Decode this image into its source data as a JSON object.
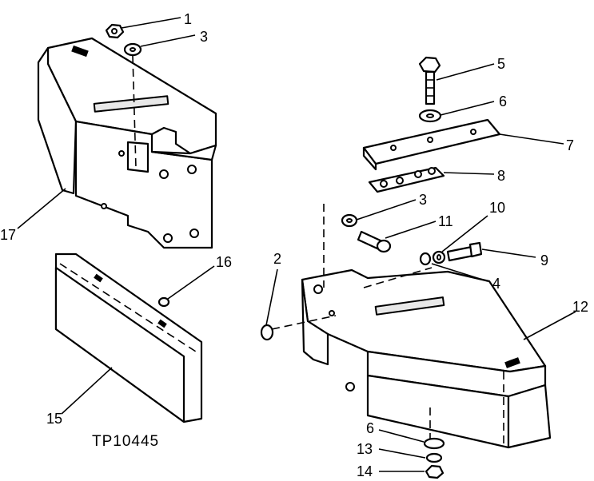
{
  "figure_code": "TP10445",
  "callouts": [
    {
      "id": "c1",
      "text": "1"
    },
    {
      "id": "c3a",
      "text": "3"
    },
    {
      "id": "c5",
      "text": "5"
    },
    {
      "id": "c6a",
      "text": "6"
    },
    {
      "id": "c7",
      "text": "7"
    },
    {
      "id": "c8",
      "text": "8"
    },
    {
      "id": "c3b",
      "text": "3"
    },
    {
      "id": "c11",
      "text": "11"
    },
    {
      "id": "c10",
      "text": "10"
    },
    {
      "id": "c9",
      "text": "9"
    },
    {
      "id": "c2",
      "text": "2"
    },
    {
      "id": "c4",
      "text": "4"
    },
    {
      "id": "c12",
      "text": "12"
    },
    {
      "id": "c16",
      "text": "16"
    },
    {
      "id": "c17",
      "text": "17"
    },
    {
      "id": "c15",
      "text": "15"
    },
    {
      "id": "c6b",
      "text": "6"
    },
    {
      "id": "c13",
      "text": "13"
    },
    {
      "id": "c14",
      "text": "14"
    }
  ]
}
